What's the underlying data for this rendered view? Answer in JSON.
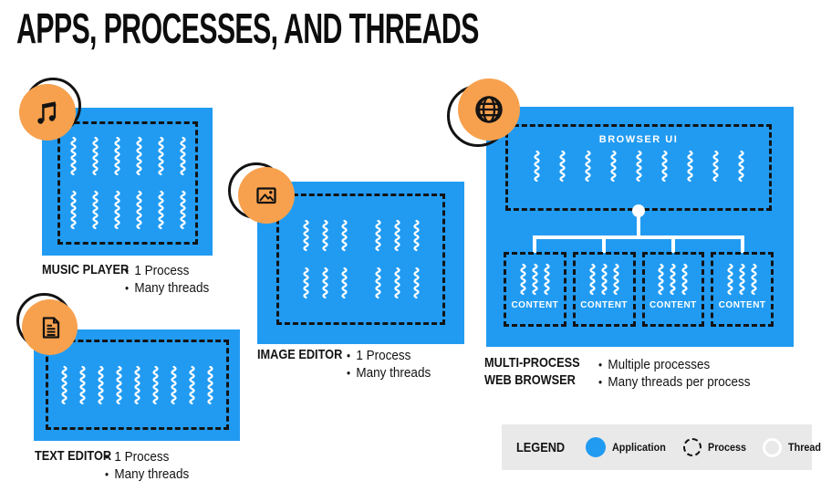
{
  "title": "APPS, PROCESSES, AND THREADS",
  "colors": {
    "application": "#219BF2",
    "badge": "#F7A14E",
    "ink": "#131313",
    "legend_bg": "#E9E9E9",
    "thread": "#FFFFFF"
  },
  "apps": {
    "music_player": {
      "label": "MUSIC PLAYER",
      "icon": "music-note-icon",
      "bullets": [
        "1 Process",
        "Many threads"
      ],
      "thread_rows": [
        {
          "groups": [
            6
          ],
          "height": 42
        },
        {
          "groups": [
            6
          ],
          "height": 42
        }
      ]
    },
    "text_editor": {
      "label": "TEXT EDITOR",
      "icon": "document-icon",
      "bullets": [
        "1 Process",
        "Many threads"
      ],
      "thread_rows": [
        {
          "groups": [
            9
          ],
          "height": 44
        }
      ]
    },
    "image_editor": {
      "label": "IMAGE EDITOR",
      "icon": "image-icon",
      "bullets": [
        "1 Process",
        "Many threads"
      ],
      "thread_rows": [
        {
          "groups": [
            3,
            3
          ],
          "height": 38
        },
        {
          "groups": [
            3,
            3
          ],
          "height": 38
        }
      ]
    },
    "web_browser": {
      "label_lines": [
        "MULTI-PROCESS",
        "WEB BROWSER"
      ],
      "icon": "globe-icon",
      "bullets": [
        "Multiple processes",
        "Many threads per process"
      ],
      "browser_ui_label": "BROWSER UI",
      "ui_threads": {
        "groups": [
          9
        ],
        "height": 35
      },
      "content_processes": [
        {
          "label": "CONTENT",
          "threads": {
            "groups": [
              3
            ],
            "height": 36
          }
        },
        {
          "label": "CONTENT",
          "threads": {
            "groups": [
              3
            ],
            "height": 36
          }
        },
        {
          "label": "CONTENT",
          "threads": {
            "groups": [
              3
            ],
            "height": 36
          }
        },
        {
          "label": "CONTENT",
          "threads": {
            "groups": [
              3
            ],
            "height": 36
          }
        }
      ]
    }
  },
  "legend": {
    "title": "LEGEND",
    "items": [
      {
        "label": "Application",
        "symbol": "application-filled-circle"
      },
      {
        "label": "Process",
        "symbol": "process-dashed-circle"
      },
      {
        "label": "Thread",
        "symbol": "thread-outline-circle"
      }
    ]
  }
}
